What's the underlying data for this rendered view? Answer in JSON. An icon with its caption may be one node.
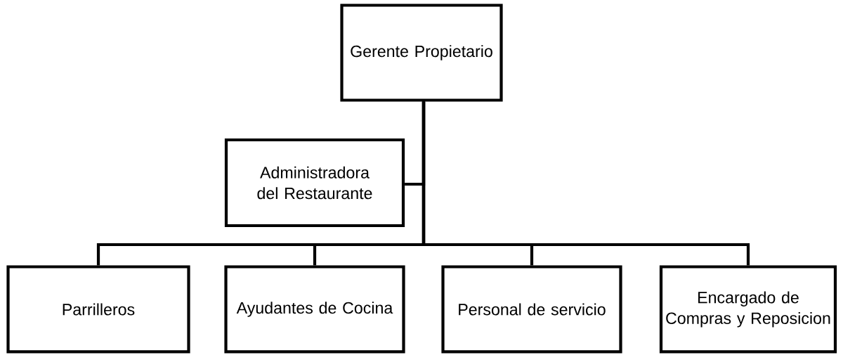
{
  "diagram": {
    "nodes": [
      {
        "text": [
          "Gerente Propietario"
        ]
      },
      {
        "text": [
          "Administradora del Restaurante"
        ]
      },
      {
        "text": [
          "Parrilleros"
        ]
      },
      {
        "text": [
          "Ayudantes de Cocina"
        ]
      },
      {
        "text": [
          "Personal de servicio"
        ]
      },
      {
        "text": [
          "Encargado de Compras y Reposicion"
        ]
      }
    ],
    "edges": [
      {
        "from": 0,
        "to": 1,
        "arrow": "none"
      },
      {
        "from": 0,
        "to": 2,
        "arrow": "none"
      },
      {
        "from": 0,
        "to": 3,
        "arrow": "none"
      },
      {
        "from": 0,
        "to": 4,
        "arrow": "none"
      },
      {
        "from": 0,
        "to": 5,
        "arrow": "none"
      }
    ]
  }
}
